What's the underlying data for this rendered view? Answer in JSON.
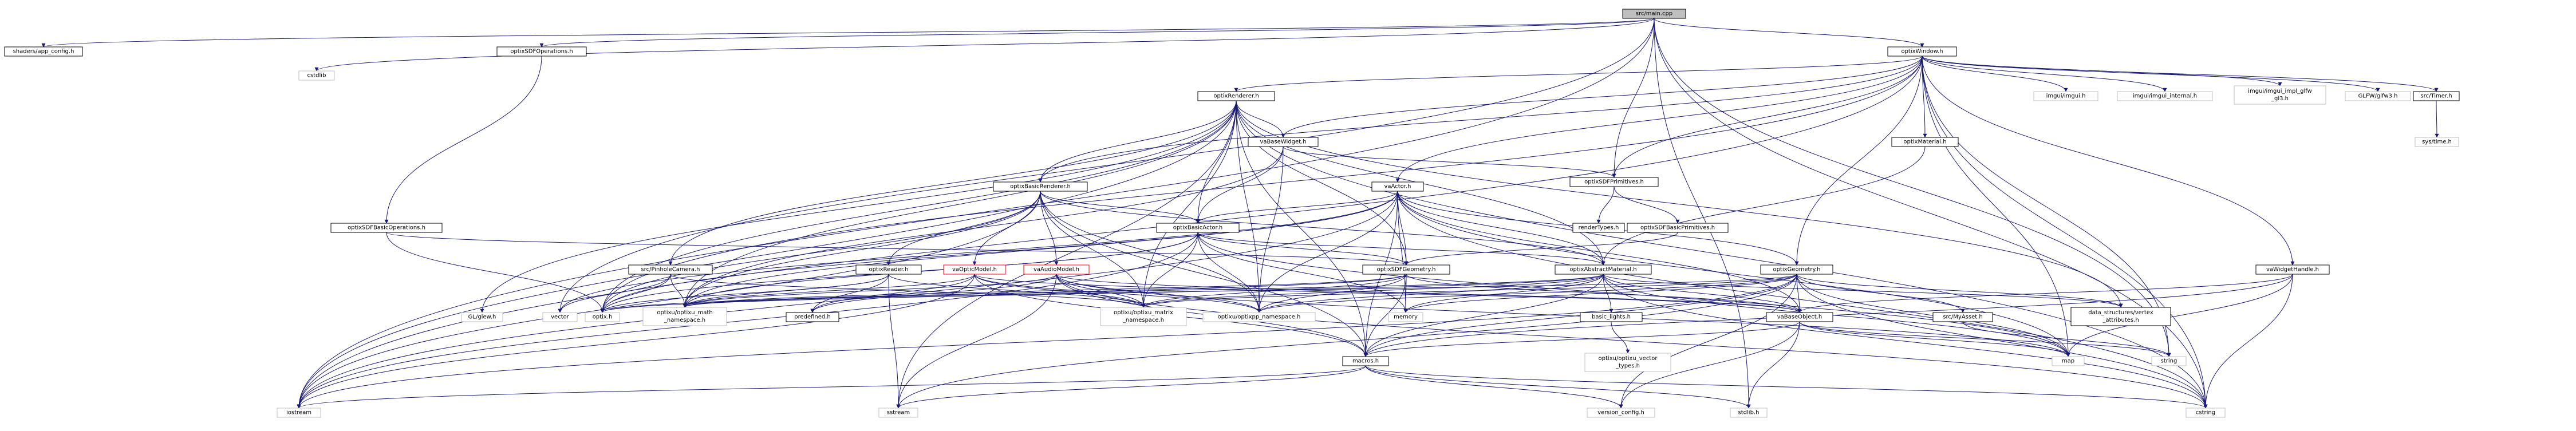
{
  "graph": {
    "root": "src/main.cpp",
    "nodes": [
      {
        "id": "main",
        "label": "src/main.cpp",
        "kind": "root"
      },
      {
        "id": "appcfg",
        "label": "shaders/app_config.h",
        "kind": "link"
      },
      {
        "id": "sdfops",
        "label": "optixSDFOperations.h",
        "kind": "link"
      },
      {
        "id": "window",
        "label": "optixWindow.h",
        "kind": "link"
      },
      {
        "id": "cstdlib",
        "label": "cstdlib",
        "kind": "plain"
      },
      {
        "id": "renderer",
        "label": "optixRenderer.h",
        "kind": "link"
      },
      {
        "id": "imgui",
        "label": "imgui/imgui.h",
        "kind": "plain"
      },
      {
        "id": "imguiint",
        "label": "imgui/imgui_internal.h",
        "kind": "plain"
      },
      {
        "id": "imguiglfw",
        "label": "imgui/imgui_impl_glfw_gl3.h",
        "lines": [
          "imgui/imgui_impl_glfw",
          "_gl3.h"
        ],
        "kind": "plain"
      },
      {
        "id": "glfw",
        "label": "GLFW/glfw3.h",
        "kind": "plain"
      },
      {
        "id": "timer",
        "label": "src/Timer.h",
        "kind": "link"
      },
      {
        "id": "systime",
        "label": "sys/time.h",
        "kind": "plain"
      },
      {
        "id": "basewidget",
        "label": "vaBaseWidget.h",
        "kind": "link"
      },
      {
        "id": "material",
        "label": "optixMaterial.h",
        "kind": "link"
      },
      {
        "id": "sdfprim",
        "label": "optixSDFPrimitives.h",
        "kind": "link"
      },
      {
        "id": "basicrenderer",
        "label": "optixBasicRenderer.h",
        "kind": "link"
      },
      {
        "id": "actor",
        "label": "vaActor.h",
        "kind": "link"
      },
      {
        "id": "rendertypes",
        "label": "renderTypes.h",
        "kind": "link"
      },
      {
        "id": "sdfbasicops",
        "label": "optixSDFBasicOperations.h",
        "kind": "link"
      },
      {
        "id": "basicactor",
        "label": "optixBasicActor.h",
        "kind": "link"
      },
      {
        "id": "sdfbasicprim",
        "label": "optixSDFBasicPrimitives.h",
        "kind": "link"
      },
      {
        "id": "camera",
        "label": "src/PinholeCamera.h",
        "kind": "link"
      },
      {
        "id": "reader",
        "label": "optixReader.h",
        "kind": "link"
      },
      {
        "id": "opticmodel",
        "label": "vaOpticModel.h",
        "kind": "red"
      },
      {
        "id": "audiomodel",
        "label": "vaAudioModel.h",
        "kind": "red"
      },
      {
        "id": "sdfgeom",
        "label": "optixSDFGeometry.h",
        "kind": "link"
      },
      {
        "id": "absmaterial",
        "label": "optixAbstractMaterial.h",
        "kind": "link"
      },
      {
        "id": "geometry",
        "label": "optixGeometry.h",
        "kind": "link"
      },
      {
        "id": "widgethandle",
        "label": "vaWidgetHandle.h",
        "kind": "link"
      },
      {
        "id": "glglew",
        "label": "GL/glew.h",
        "kind": "plain"
      },
      {
        "id": "vector",
        "label": "vector",
        "kind": "plain"
      },
      {
        "id": "optixh",
        "label": "optix.h",
        "kind": "plain"
      },
      {
        "id": "matrixns",
        "label": "optixu/optixu_math_namespace.h",
        "lines": [
          "optixu/optixu_math",
          "_namespace.h"
        ],
        "kind": "plain"
      },
      {
        "id": "predefined",
        "label": "predefined.h",
        "kind": "link"
      },
      {
        "id": "matrixns2",
        "label": "optixu/optixu_matrix_namespace.h",
        "lines": [
          "optixu/optixu_matrix",
          "_namespace.h"
        ],
        "kind": "plain"
      },
      {
        "id": "optixppns",
        "label": "optixu/optixpp_namespace.h",
        "kind": "plain"
      },
      {
        "id": "memory",
        "label": "memory",
        "kind": "plain"
      },
      {
        "id": "basiclights",
        "label": "basic_lights.h",
        "kind": "link"
      },
      {
        "id": "vectortypes",
        "label": "optixu/optixu_vector_types.h",
        "lines": [
          "optixu/optixu_vector",
          "_types.h"
        ],
        "kind": "plain"
      },
      {
        "id": "baseobject",
        "label": "vaBaseObject.h",
        "kind": "link"
      },
      {
        "id": "myasset",
        "label": "src/MyAsset.h",
        "kind": "link"
      },
      {
        "id": "dsattrs",
        "label": "data_structures/vertex_attributes.h",
        "lines": [
          "data_structures/vertex",
          "_attributes.h"
        ],
        "kind": "link"
      },
      {
        "id": "map",
        "label": "map",
        "kind": "plain"
      },
      {
        "id": "macros",
        "label": "macros.h",
        "kind": "link"
      },
      {
        "id": "string",
        "label": "string",
        "kind": "plain"
      },
      {
        "id": "iostream",
        "label": "iostream",
        "kind": "plain"
      },
      {
        "id": "sstream",
        "label": "sstream",
        "kind": "plain"
      },
      {
        "id": "versioncfg",
        "label": "version_config.h",
        "kind": "plain"
      },
      {
        "id": "cstring",
        "label": "cstring",
        "kind": "plain"
      },
      {
        "id": "stdlib",
        "label": "stdlib.h",
        "kind": "plain"
      }
    ],
    "edges": [
      [
        "main",
        "appcfg"
      ],
      [
        "main",
        "sdfops"
      ],
      [
        "main",
        "window"
      ],
      [
        "main",
        "sdfprim"
      ],
      [
        "main",
        "cstdlib"
      ],
      [
        "main",
        "iostream"
      ],
      [
        "main",
        "string"
      ],
      [
        "main",
        "stdlib"
      ],
      [
        "main",
        "cstring"
      ],
      [
        "main",
        "vector"
      ],
      [
        "window",
        "renderer"
      ],
      [
        "window",
        "imgui"
      ],
      [
        "window",
        "imguiint"
      ],
      [
        "window",
        "imguiglfw"
      ],
      [
        "window",
        "glfw"
      ],
      [
        "window",
        "timer"
      ],
      [
        "window",
        "basewidget"
      ],
      [
        "window",
        "material"
      ],
      [
        "window",
        "sdfprim"
      ],
      [
        "window",
        "actor"
      ],
      [
        "window",
        "geometry"
      ],
      [
        "window",
        "widgethandle"
      ],
      [
        "window",
        "map"
      ],
      [
        "window",
        "string"
      ],
      [
        "window",
        "cstring"
      ],
      [
        "window",
        "optixh"
      ],
      [
        "window",
        "basicrenderer"
      ],
      [
        "window",
        "iostream"
      ],
      [
        "timer",
        "systime"
      ],
      [
        "renderer",
        "basewidget"
      ],
      [
        "renderer",
        "basicrenderer"
      ],
      [
        "renderer",
        "basicactor"
      ],
      [
        "renderer",
        "camera"
      ],
      [
        "renderer",
        "glglew"
      ],
      [
        "renderer",
        "optixh"
      ],
      [
        "renderer",
        "matrixns"
      ],
      [
        "renderer",
        "optixppns"
      ],
      [
        "renderer",
        "sstream"
      ],
      [
        "renderer",
        "iostream"
      ],
      [
        "renderer",
        "dsattrs"
      ],
      [
        "renderer",
        "cstring"
      ],
      [
        "renderer",
        "macros"
      ],
      [
        "renderer",
        "absmaterial"
      ],
      [
        "renderer",
        "sdfgeom"
      ],
      [
        "renderer",
        "matrixns2"
      ],
      [
        "basewidget",
        "sdfprim"
      ],
      [
        "basewidget",
        "basicactor"
      ],
      [
        "basewidget",
        "optixppns"
      ],
      [
        "basewidget",
        "matrixns"
      ],
      [
        "sdfops",
        "sdfbasicops"
      ],
      [
        "sdfbasicops",
        "sdfgeom"
      ],
      [
        "sdfbasicops",
        "optixh"
      ],
      [
        "sdfprim",
        "rendertypes"
      ],
      [
        "sdfprim",
        "sdfbasicprim"
      ],
      [
        "sdfbasicprim",
        "sdfgeom"
      ],
      [
        "basicrenderer",
        "basicactor"
      ],
      [
        "basicrenderer",
        "opticmodel"
      ],
      [
        "basicrenderer",
        "audiomodel"
      ],
      [
        "basicrenderer",
        "reader"
      ],
      [
        "basicrenderer",
        "optixh"
      ],
      [
        "basicrenderer",
        "matrixns"
      ],
      [
        "basicrenderer",
        "matrixns2"
      ],
      [
        "basicrenderer",
        "optixppns"
      ],
      [
        "basicrenderer",
        "iostream"
      ],
      [
        "basicrenderer",
        "macros"
      ],
      [
        "basicrenderer",
        "absmaterial"
      ],
      [
        "actor",
        "basicactor"
      ],
      [
        "actor",
        "absmaterial"
      ],
      [
        "actor",
        "geometry"
      ],
      [
        "actor",
        "sdfgeom"
      ],
      [
        "actor",
        "optixppns"
      ],
      [
        "actor",
        "matrixns"
      ],
      [
        "actor",
        "memory"
      ],
      [
        "actor",
        "map"
      ],
      [
        "actor",
        "cstring"
      ],
      [
        "actor",
        "iostream"
      ],
      [
        "actor",
        "macros"
      ],
      [
        "actor",
        "baseobject"
      ],
      [
        "actor",
        "vector"
      ],
      [
        "actor",
        "optixh"
      ],
      [
        "basicactor",
        "sdfgeom"
      ],
      [
        "basicactor",
        "absmaterial"
      ],
      [
        "basicactor",
        "optixh"
      ],
      [
        "basicactor",
        "matrixns"
      ],
      [
        "basicactor",
        "optixppns"
      ],
      [
        "basicactor",
        "memory"
      ],
      [
        "basicactor",
        "map"
      ],
      [
        "basicactor",
        "iostream"
      ],
      [
        "basicactor",
        "matrixns2"
      ],
      [
        "material",
        "absmaterial"
      ],
      [
        "camera",
        "optixh"
      ],
      [
        "camera",
        "matrixns"
      ],
      [
        "camera",
        "matrixns2"
      ],
      [
        "camera",
        "vector"
      ],
      [
        "reader",
        "optixh"
      ],
      [
        "reader",
        "matrixns"
      ],
      [
        "reader",
        "sstream"
      ],
      [
        "reader",
        "predefined"
      ],
      [
        "reader",
        "matrixns2"
      ],
      [
        "opticmodel",
        "predefined"
      ],
      [
        "opticmodel",
        "matrixns"
      ],
      [
        "opticmodel",
        "matrixns2"
      ],
      [
        "opticmodel",
        "optixppns"
      ],
      [
        "opticmodel",
        "macros"
      ],
      [
        "opticmodel",
        "iostream"
      ],
      [
        "opticmodel",
        "baseobject"
      ],
      [
        "audiomodel",
        "predefined"
      ],
      [
        "audiomodel",
        "matrixns"
      ],
      [
        "audiomodel",
        "matrixns2"
      ],
      [
        "audiomodel",
        "optixppns"
      ],
      [
        "audiomodel",
        "macros"
      ],
      [
        "audiomodel",
        "map"
      ],
      [
        "audiomodel",
        "sstream"
      ],
      [
        "audiomodel",
        "cstring"
      ],
      [
        "audiomodel",
        "baseobject"
      ],
      [
        "sdfgeom",
        "optixh"
      ],
      [
        "sdfgeom",
        "matrixns"
      ],
      [
        "sdfgeom",
        "optixppns"
      ],
      [
        "sdfgeom",
        "memory"
      ],
      [
        "sdfgeom",
        "macros"
      ],
      [
        "sdfgeom",
        "matrixns2"
      ],
      [
        "sdfgeom",
        "baseobject"
      ],
      [
        "absmaterial",
        "optixh"
      ],
      [
        "absmaterial",
        "matrixns"
      ],
      [
        "absmaterial",
        "optixppns"
      ],
      [
        "absmaterial",
        "memory"
      ],
      [
        "absmaterial",
        "basiclights"
      ],
      [
        "absmaterial",
        "macros"
      ],
      [
        "absmaterial",
        "map"
      ],
      [
        "absmaterial",
        "baseobject"
      ],
      [
        "absmaterial",
        "dsattrs"
      ],
      [
        "absmaterial",
        "cstring"
      ],
      [
        "absmaterial",
        "matrixns2"
      ],
      [
        "geometry",
        "optixppns"
      ],
      [
        "geometry",
        "memory"
      ],
      [
        "geometry",
        "baseobject"
      ],
      [
        "geometry",
        "myasset"
      ],
      [
        "geometry",
        "dsattrs"
      ],
      [
        "geometry",
        "map"
      ],
      [
        "geometry",
        "macros"
      ],
      [
        "geometry",
        "cstring"
      ],
      [
        "geometry",
        "iostream"
      ],
      [
        "geometry",
        "sstream"
      ],
      [
        "geometry",
        "matrixns"
      ],
      [
        "geometry",
        "matrixns2"
      ],
      [
        "geometry",
        "versioncfg"
      ],
      [
        "basiclights",
        "vectortypes"
      ],
      [
        "baseobject",
        "map"
      ],
      [
        "baseobject",
        "string"
      ],
      [
        "baseobject",
        "macros"
      ],
      [
        "baseobject",
        "stdlib"
      ],
      [
        "baseobject",
        "versioncfg"
      ],
      [
        "myasset",
        "string"
      ],
      [
        "widgethandle",
        "baseobject"
      ],
      [
        "widgethandle",
        "map"
      ],
      [
        "widgethandle",
        "macros"
      ],
      [
        "widgethandle",
        "cstring"
      ],
      [
        "macros",
        "iostream"
      ],
      [
        "macros",
        "sstream"
      ],
      [
        "macros",
        "stdlib"
      ],
      [
        "macros",
        "cstring"
      ],
      [
        "macros",
        "versioncfg"
      ]
    ]
  }
}
